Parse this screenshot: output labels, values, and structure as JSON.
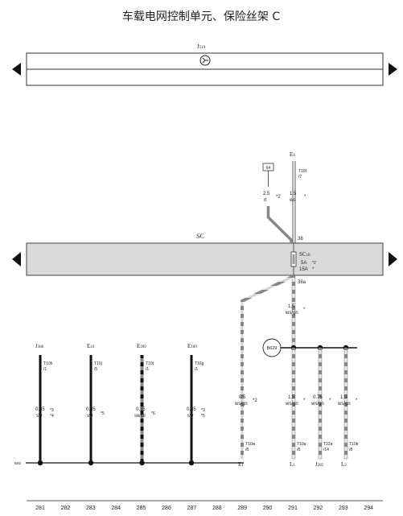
{
  "title": "车载电网控制单元、保险丝架 C",
  "components": {
    "j519": {
      "main": "J",
      "sub": "519"
    },
    "e4": {
      "main": "E",
      "sub": "4"
    },
    "sc_bar": "SC",
    "sc18": {
      "main": "SC",
      "sub": "18"
    },
    "b629": "B629",
    "j386": {
      "main": "J",
      "sub": "386"
    },
    "e43": {
      "main": "E",
      "sub": "43"
    },
    "e189a": {
      "main": "E",
      "sub": "189"
    },
    "e189b": {
      "main": "E",
      "sub": "189"
    },
    "e1": {
      "main": "E",
      "sub": "1"
    },
    "l1": {
      "main": "L",
      "sub": "1"
    },
    "j285": {
      "main": "J",
      "sub": "285"
    },
    "l2": {
      "main": "L",
      "sub": "2"
    }
  },
  "connectors": {
    "t16f": {
      "name": "T16f",
      "pin": "/7"
    },
    "pin38": "38",
    "pin38a": "38a",
    "t10h": {
      "name": "T10h",
      "pin": "/1"
    },
    "t10j": {
      "name": "T10j",
      "pin": "/5"
    },
    "t10t": {
      "name": "T10t",
      "pin": "/1"
    },
    "t16g": {
      "name": "T16g",
      "pin": "/1"
    },
    "t10w": {
      "name": "T10w",
      "pin": "/8"
    },
    "t10a": {
      "name": "T10a",
      "pin": "/8"
    },
    "t32a": {
      "name": "T32a",
      "pin": "/14"
    },
    "t10b": {
      "name": "T10b",
      "pin": "/8"
    },
    "ref64": "64",
    "b92": "B92"
  },
  "fuse": {
    "rating_a": "5A",
    "note_a": "*2",
    "rating_b": "15A",
    "note_b": "*"
  },
  "wires": {
    "rt": {
      "size": "2.5",
      "color": "rt",
      "note": "*2"
    },
    "e4ws": {
      "size": "1.5",
      "color": "ws",
      "note": "*"
    },
    "wsgn_main": {
      "size": "1.5",
      "color": "ws/gn",
      "note": "*"
    },
    "j386": {
      "size": "0.35",
      "color": "sw",
      "note_a": "*3",
      "note_b": "*4"
    },
    "e43": {
      "size": "0.35",
      "color": "sw",
      "note": "*5"
    },
    "e189a": {
      "size": "0.35",
      "color": "sw/bl",
      "note": "*6"
    },
    "e189b": {
      "size": "0.35",
      "color": "sw",
      "note_a": "*3",
      "note_b": "*5"
    },
    "e1": {
      "size": "0.5",
      "color": "ws/gn",
      "note": "*2"
    },
    "l1": {
      "size": "1.5",
      "color": "ws/gn",
      "note": "*"
    },
    "j285": {
      "size": "0.75",
      "color": "ws/gn",
      "note": "*"
    },
    "l2": {
      "size": "1.5",
      "color": "ws/gn",
      "note": "*"
    }
  },
  "footer_numbers": [
    "281",
    "282",
    "283",
    "284",
    "285",
    "286",
    "287",
    "288",
    "289",
    "290",
    "291",
    "292",
    "293",
    "294"
  ]
}
